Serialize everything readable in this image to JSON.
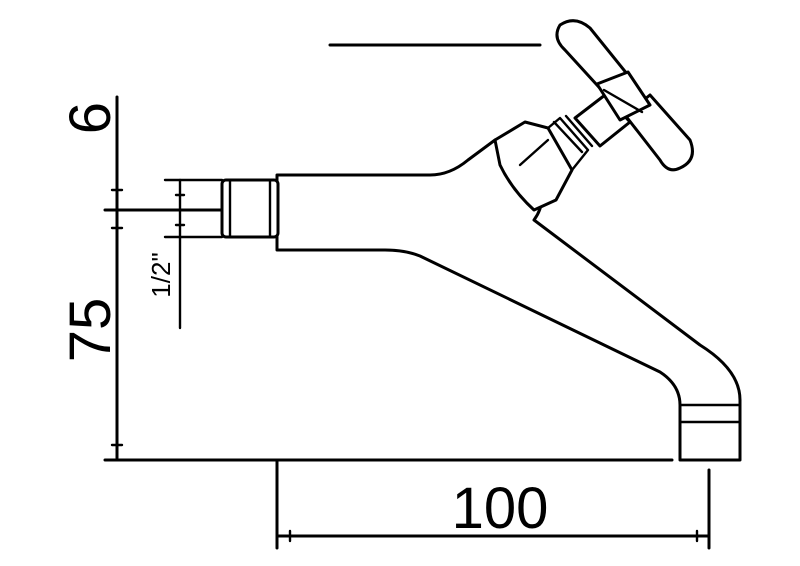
{
  "dimensions": {
    "top_offset": "6",
    "height": "75",
    "thread_size": "1/2\"",
    "projection": "100"
  },
  "colors": {
    "line": "#000000",
    "background": "#ffffff"
  }
}
